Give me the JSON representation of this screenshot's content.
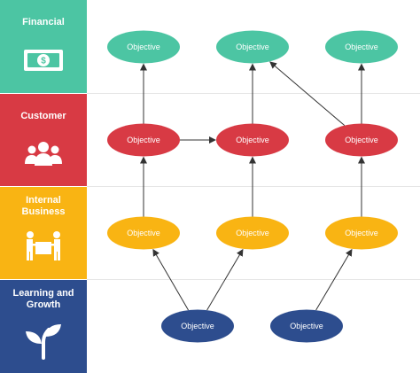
{
  "lanes": [
    {
      "id": "financial",
      "title_lines": [
        "Financial"
      ],
      "color": "#4cc5a3",
      "icon": "money-bill-icon"
    },
    {
      "id": "customer",
      "title_lines": [
        "Customer"
      ],
      "color": "#d83a44",
      "icon": "people-group-icon"
    },
    {
      "id": "internal",
      "title_lines": [
        "Internal",
        "Business"
      ],
      "color": "#f9b413",
      "icon": "people-carrying-box-icon"
    },
    {
      "id": "learning",
      "title_lines": [
        "Learning and",
        "Growth"
      ],
      "color": "#2d4d8e",
      "icon": "seedling-icon"
    }
  ],
  "nodes": [
    {
      "id": "f1",
      "lane": "financial",
      "label": "Objective"
    },
    {
      "id": "f2",
      "lane": "financial",
      "label": "Objective"
    },
    {
      "id": "f3",
      "lane": "financial",
      "label": "Objective"
    },
    {
      "id": "c1",
      "lane": "customer",
      "label": "Objective"
    },
    {
      "id": "c2",
      "lane": "customer",
      "label": "Objective"
    },
    {
      "id": "c3",
      "lane": "customer",
      "label": "Objective"
    },
    {
      "id": "i1",
      "lane": "internal",
      "label": "Objective"
    },
    {
      "id": "i2",
      "lane": "internal",
      "label": "Objective"
    },
    {
      "id": "i3",
      "lane": "internal",
      "label": "Objective"
    },
    {
      "id": "l1",
      "lane": "learning",
      "label": "Objective"
    },
    {
      "id": "l2",
      "lane": "learning",
      "label": "Objective"
    }
  ],
  "edges": [
    {
      "from": "c1",
      "to": "f1"
    },
    {
      "from": "c1",
      "to": "c2"
    },
    {
      "from": "c2",
      "to": "f2"
    },
    {
      "from": "c3",
      "to": "f2"
    },
    {
      "from": "c3",
      "to": "f3"
    },
    {
      "from": "i1",
      "to": "c1"
    },
    {
      "from": "i2",
      "to": "c2"
    },
    {
      "from": "i3",
      "to": "c3"
    },
    {
      "from": "l1",
      "to": "i1"
    },
    {
      "from": "l1",
      "to": "i2"
    },
    {
      "from": "l2",
      "to": "i3"
    }
  ]
}
